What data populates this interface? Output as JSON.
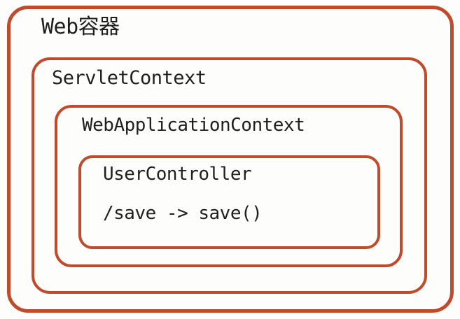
{
  "diagram": {
    "type": "nested-containers",
    "colors": {
      "border": "#c04a2c",
      "text": "#1f1f1f",
      "background": "#fdfdfc"
    },
    "boxes": {
      "web_container": {
        "label": "Web容器"
      },
      "servlet_context": {
        "label": "ServletContext"
      },
      "web_application_context": {
        "label": "WebApplicationContext"
      },
      "user_controller": {
        "label": "UserController",
        "mapping": "/save -> save()"
      }
    }
  }
}
